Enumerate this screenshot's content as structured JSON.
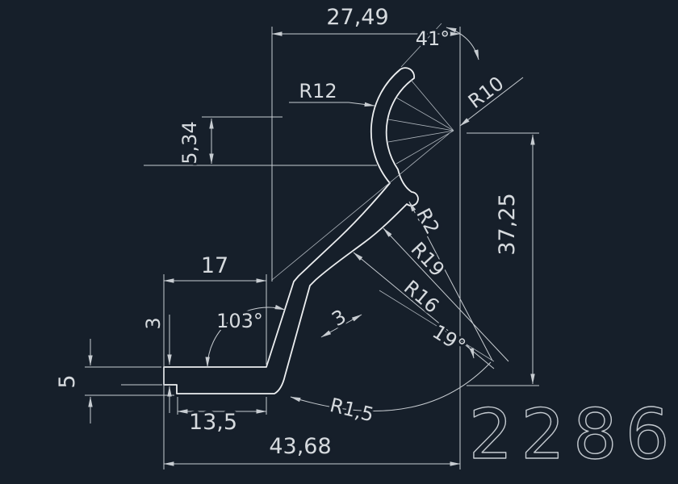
{
  "drawing": {
    "part_number": "2286",
    "colors": {
      "background": "#161f2a",
      "profile_line": "#eceef0",
      "dimension_line": "#c7ccd1",
      "text": "#d6dade"
    },
    "labels": {
      "width_top": "27,49",
      "angle_top": "41°",
      "r12": "R12",
      "r10": "R10",
      "h_534": "5,34",
      "h_3725": "37,25",
      "r2": "R2",
      "r19": "R19",
      "r16": "R16",
      "angle_19": "19°",
      "w_17": "17",
      "angle_103": "103°",
      "t3_left": "3",
      "t3_web": "3",
      "h_5": "5",
      "w_135": "13,5",
      "w_4368": "43,68",
      "r15": "R1,5"
    }
  }
}
